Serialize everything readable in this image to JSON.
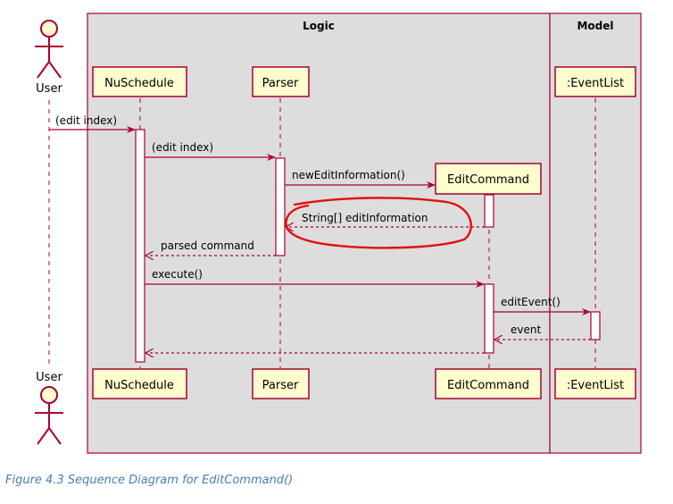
{
  "boxes": {
    "logic": "Logic",
    "model": "Model"
  },
  "actors": {
    "user_top": "User",
    "user_bottom": "User"
  },
  "participants": {
    "nuschedule": "NuSchedule",
    "parser": "Parser",
    "editcommand": "EditCommand",
    "eventlist": ":EventList"
  },
  "messages": {
    "m1": "(edit index)",
    "m2": "(edit index)",
    "m3": "newEditInformation()",
    "m4": "String[] editInformation",
    "m5": "parsed command",
    "m6": "execute()",
    "m7": "editEvent()",
    "m8": "event"
  },
  "caption": "Figure 4.3 Sequence Diagram for EditCommand()",
  "colors": {
    "border": "#a80036",
    "participant_fill": "#fefece",
    "box_fill": "#dddddd",
    "annotation": "#e01010",
    "caption": "#4a7fb0"
  }
}
